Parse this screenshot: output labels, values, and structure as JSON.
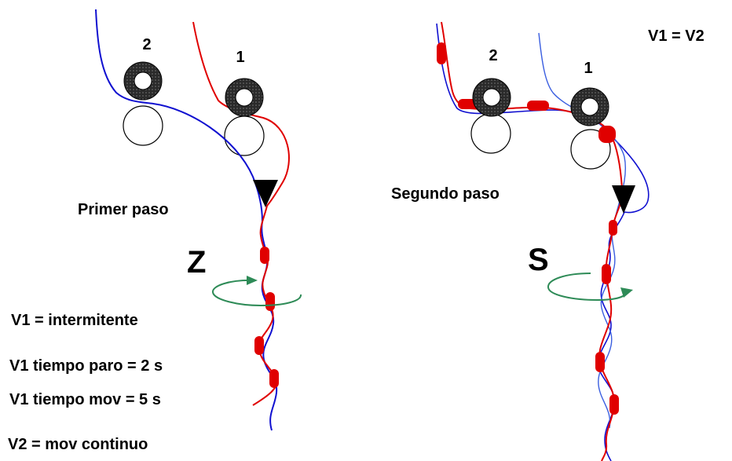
{
  "colors": {
    "red_yarn": "#e00000",
    "blue_yarn": "#1010d0",
    "twist_arrow": "#2e8b57",
    "roller_dark": "#333333",
    "outline": "#000000",
    "background": "#ffffff"
  },
  "left_panel": {
    "roller_2_label": "2",
    "roller_1_label": "1",
    "step_label": "Primer  paso",
    "twist_letter": "Z"
  },
  "right_panel": {
    "roller_2_label": "2",
    "roller_1_label": "1",
    "step_label": "Segundo paso",
    "twist_letter": "S",
    "speed_relation": "V1 =  V2"
  },
  "conditions": [
    "V1 = intermitente",
    "V1 tiempo paro =  2 s",
    "V1 tiempo mov =  5 s",
    "V2 = mov continuo"
  ]
}
